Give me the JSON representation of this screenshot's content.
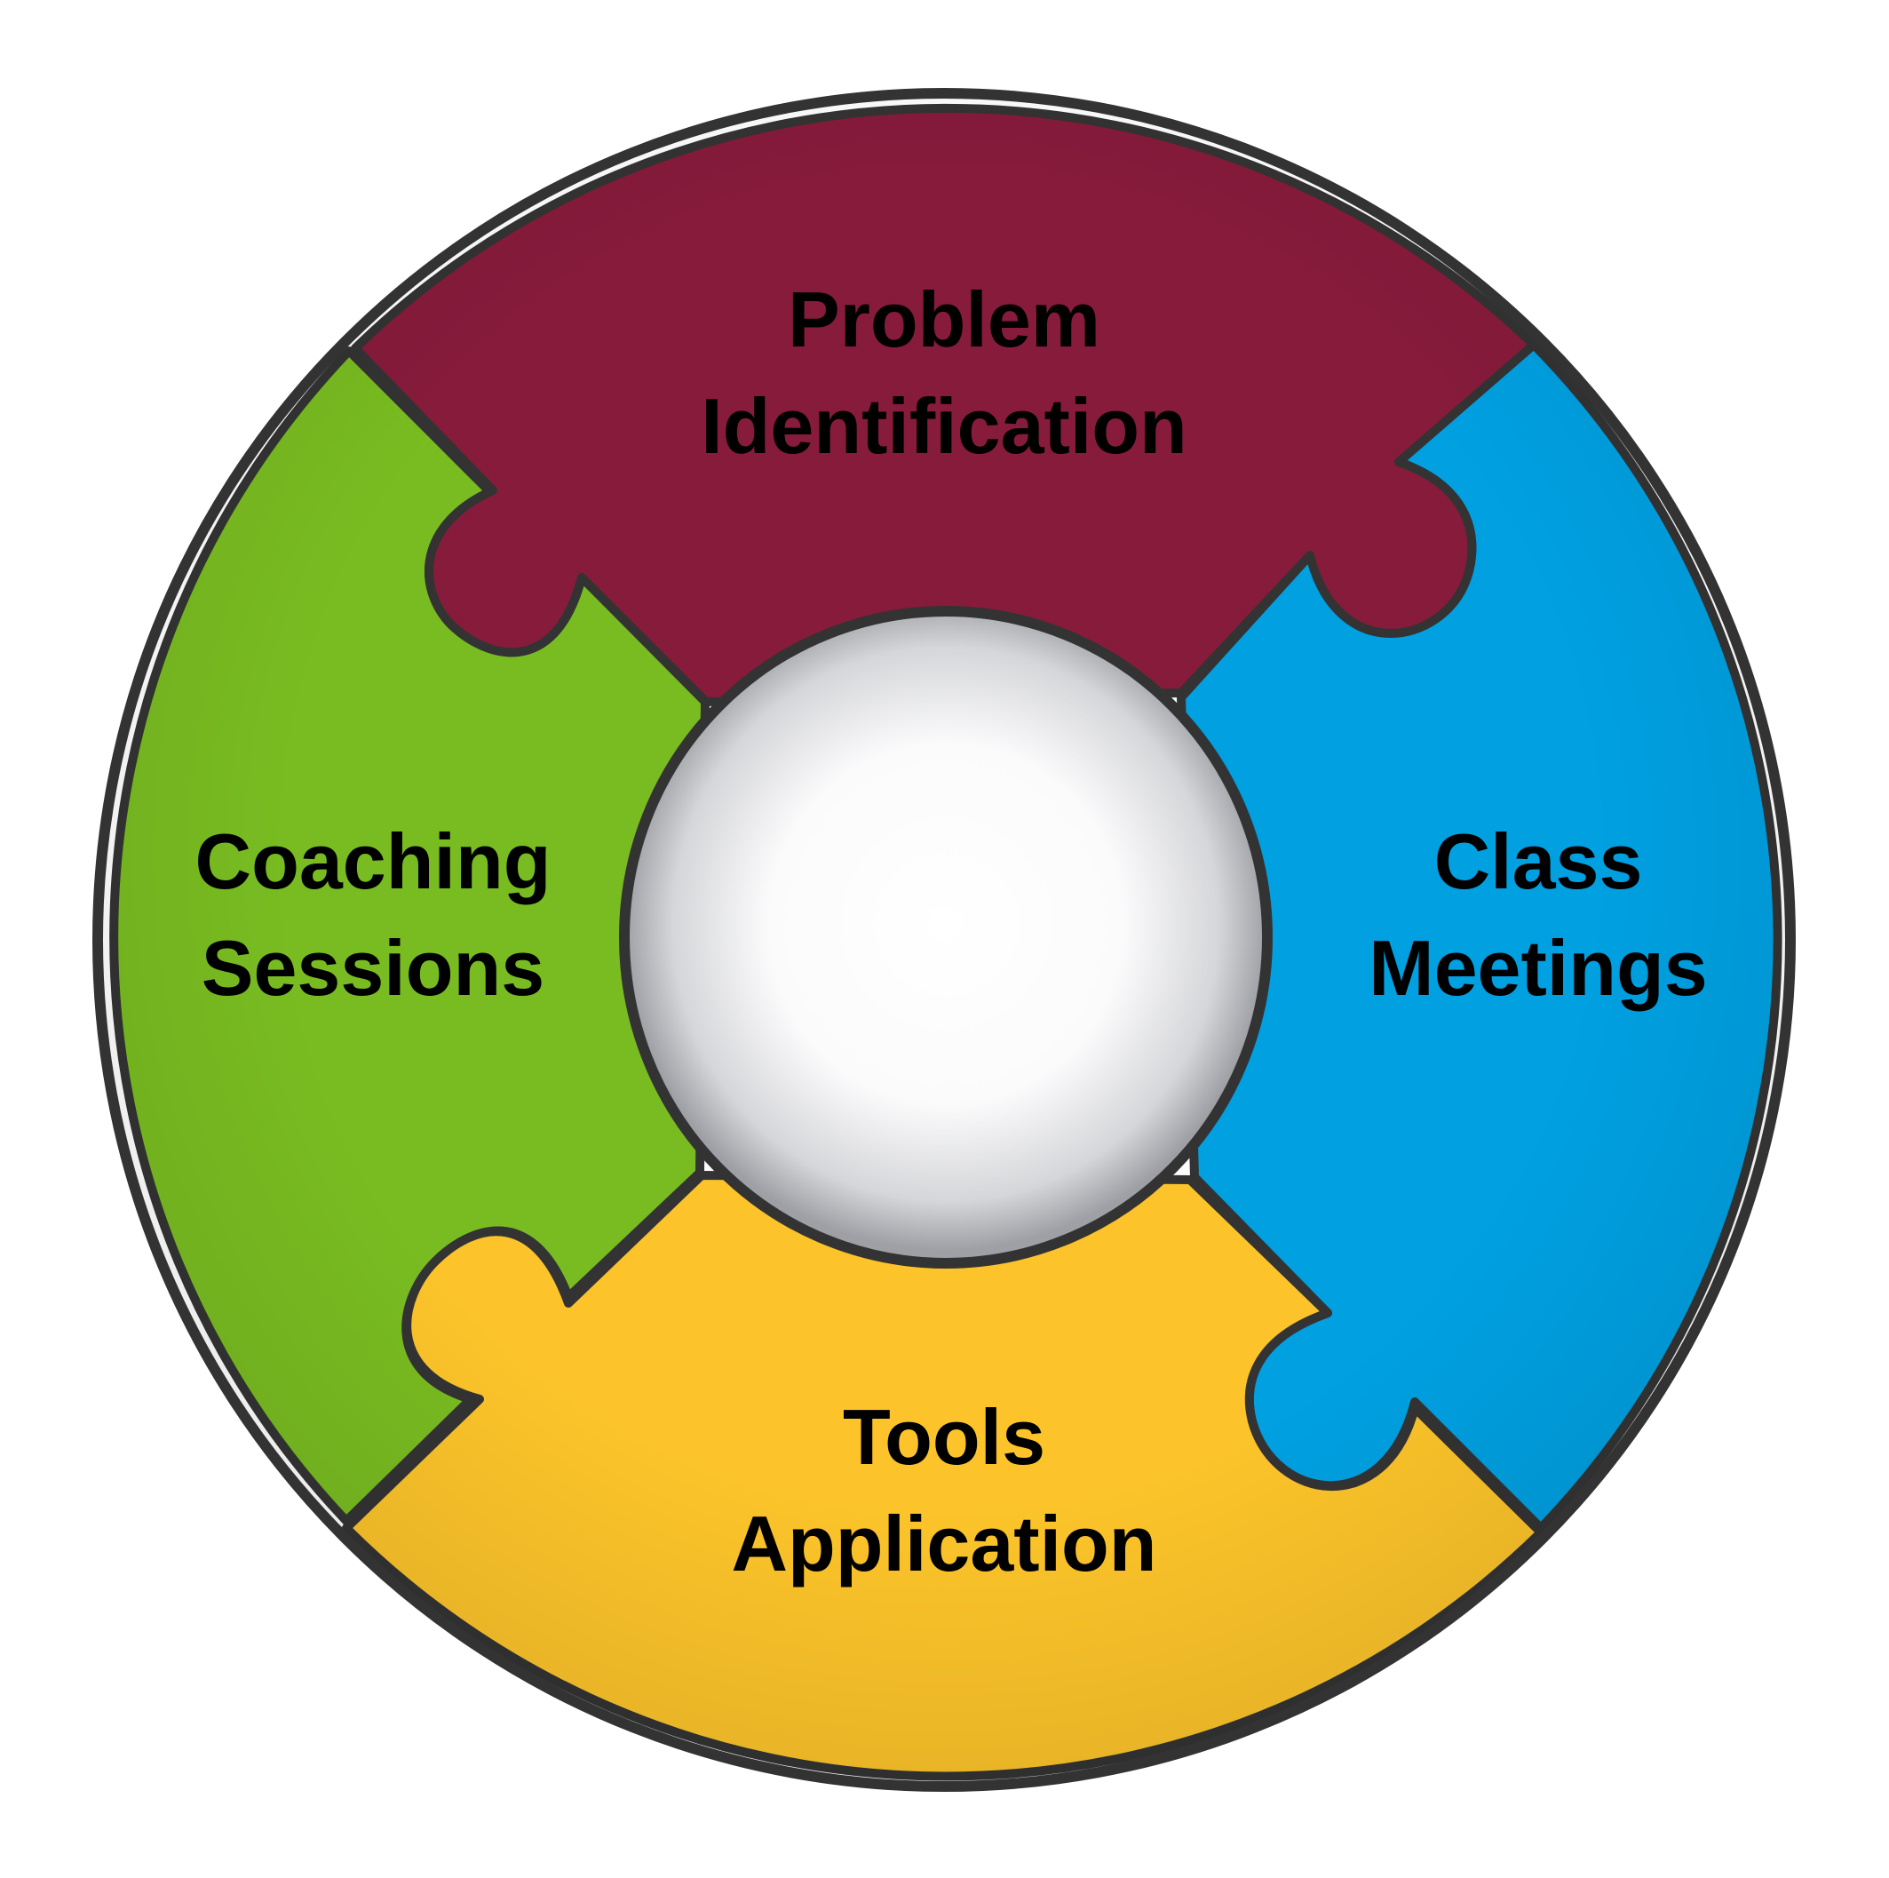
{
  "diagram": {
    "segments": [
      {
        "id": "top",
        "line1": "Problem",
        "line2": "Identification",
        "color": "#871b3c"
      },
      {
        "id": "right",
        "line1": "Class",
        "line2": "Meetings",
        "color": "#00a0e1"
      },
      {
        "id": "bottom",
        "line1": "Tools",
        "line2": "Application",
        "color": "#fcc42a"
      },
      {
        "id": "left",
        "line1": "Coaching",
        "line2": "Sessions",
        "color": "#79bc21"
      }
    ],
    "outline_color": "#333333",
    "hub_color": "#ffffff"
  }
}
